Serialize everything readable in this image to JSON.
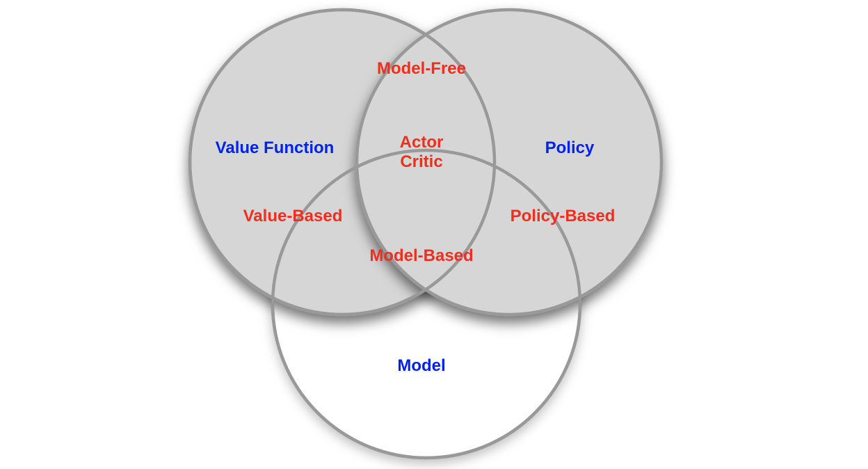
{
  "colors": {
    "set_fill": "#d6d6d6",
    "set_stroke": "#999999",
    "set_label": "#0022ee",
    "category_label": "#ee2e1f",
    "background": "#ffffff"
  },
  "sets": {
    "value_function": {
      "label": "Value Function"
    },
    "policy": {
      "label": "Policy"
    },
    "model": {
      "label": "Model"
    }
  },
  "regions": {
    "model_free": "Model-Free",
    "actor_critic_line1": "Actor",
    "actor_critic_line2": "Critic",
    "value_based": "Value-Based",
    "policy_based": "Policy-Based",
    "model_based": "Model-Based"
  }
}
